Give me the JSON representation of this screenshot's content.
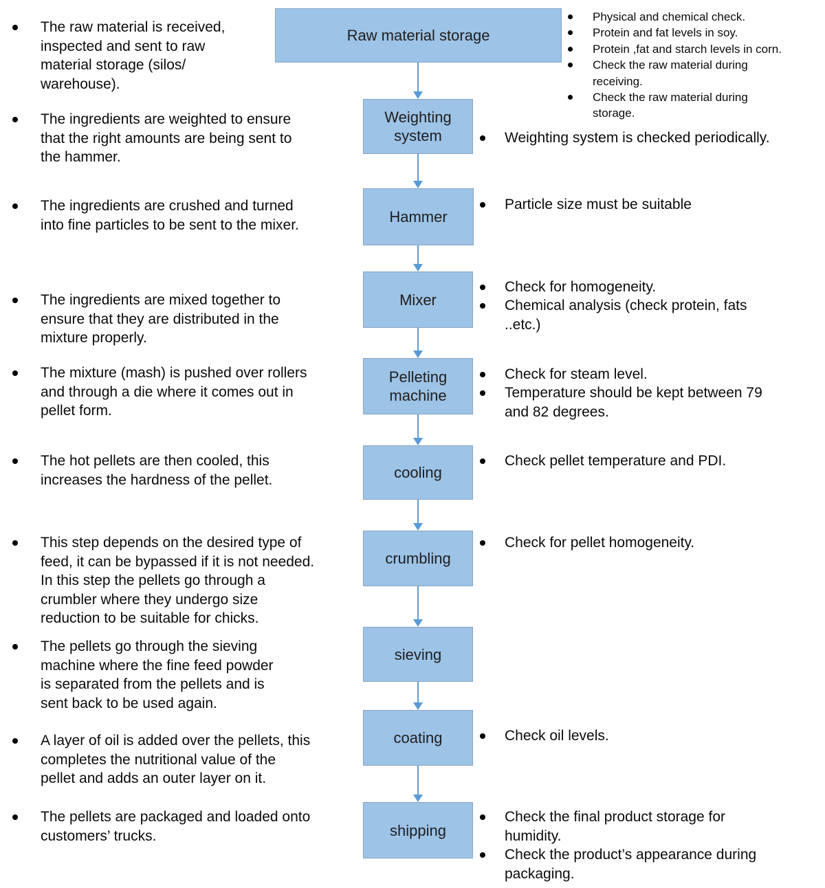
{
  "colors": {
    "box_fill": "#9DC3E6",
    "box_border": "#89A4C4",
    "arrow": "#5B9BD5"
  },
  "boxes": [
    {
      "label": "Raw material storage"
    },
    {
      "label": "Weighting\nsystem"
    },
    {
      "label": "Hammer"
    },
    {
      "label": "Mixer"
    },
    {
      "label": "Pelleting\nmachine"
    },
    {
      "label": "cooling"
    },
    {
      "label": "crumbling"
    },
    {
      "label": "sieving"
    },
    {
      "label": "coating"
    },
    {
      "label": "shipping"
    }
  ],
  "left_notes": [
    {
      "text": "The raw material is received,\ninspected and sent to raw\nmaterial storage (silos/\nwarehouse)."
    },
    {
      "text": "The ingredients are weighted to ensure\nthat the right amounts are being sent to\nthe hammer."
    },
    {
      "text": "The ingredients are crushed and turned\ninto fine particles to be sent to the mixer."
    },
    {
      "text": "The ingredients are mixed together to\nensure that they are distributed in the\nmixture properly."
    },
    {
      "text": "The mixture (mash) is pushed over rollers\nand through a die where it comes out in\npellet form."
    },
    {
      "text": "The hot pellets are then cooled, this\nincreases the hardness of the pellet."
    },
    {
      "text": "This step depends on the desired type of\nfeed, it can be bypassed if it is not needed.\nIn this step the pellets go through a\ncrumbler where they undergo size\nreduction to be suitable for chicks."
    },
    {
      "text": "The pellets go through the sieving\nmachine where the fine feed powder\nis separated from the pellets and is\nsent back to be used again."
    },
    {
      "text": "A layer of oil is added over the pellets, this\ncompletes the nutritional value of the\npellet and adds an outer layer on it."
    },
    {
      "text": "The pellets are packaged and loaded onto\ncustomers’ trucks."
    }
  ],
  "checks": {
    "raw_material": [
      "Physical and chemical check.",
      "Protein and fat levels in soy.",
      "Protein ,fat and starch levels in corn.",
      "Check the raw material during\nreceiving.",
      "Check the raw material during\nstorage."
    ],
    "weighting": [
      "Weighting system is checked periodically."
    ],
    "hammer": [
      "Particle size must be suitable"
    ],
    "mixer": [
      "Check for homogeneity.",
      "Chemical analysis (check protein, fats\n..etc.)"
    ],
    "pelleting": [
      "Check for steam level.",
      "Temperature should be kept between 79\nand 82 degrees."
    ],
    "cooling": [
      "Check pellet temperature and PDI."
    ],
    "crumbling": [
      "Check for pellet homogeneity."
    ],
    "coating": [
      "Check oil levels."
    ],
    "shipping": [
      "Check the final product storage for\nhumidity.",
      "Check the product’s appearance during\npackaging."
    ]
  }
}
